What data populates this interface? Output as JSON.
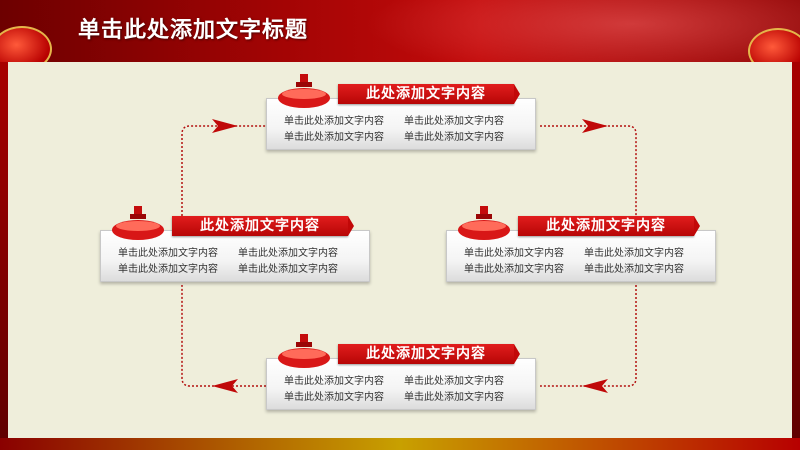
{
  "header": {
    "title": "单击此处添加文字标题"
  },
  "colors": {
    "accent": "#c20b0b",
    "background": "#efeedb",
    "ribbon": "#d41212"
  },
  "cards": [
    {
      "heading": "此处添加文字内容",
      "line1a": "单击此处添加文字内容",
      "line1b": "单击此处添加文字内容",
      "line2a": "单击此处添加文字内容",
      "line2b": "单击此处添加文字内容"
    },
    {
      "heading": "此处添加文字内容",
      "line1a": "单击此处添加文字内容",
      "line1b": "单击此处添加文字内容",
      "line2a": "单击此处添加文字内容",
      "line2b": "单击此处添加文字内容"
    },
    {
      "heading": "此处添加文字内容",
      "line1a": "单击此处添加文字内容",
      "line1b": "单击此处添加文字内容",
      "line2a": "单击此处添加文字内容",
      "line2b": "单击此处添加文字内容"
    },
    {
      "heading": "此处添加文字内容",
      "line1a": "单击此处添加文字内容",
      "line1b": "单击此处添加文字内容",
      "line2a": "单击此处添加文字内容",
      "line2b": "单击此处添加文字内容"
    }
  ]
}
